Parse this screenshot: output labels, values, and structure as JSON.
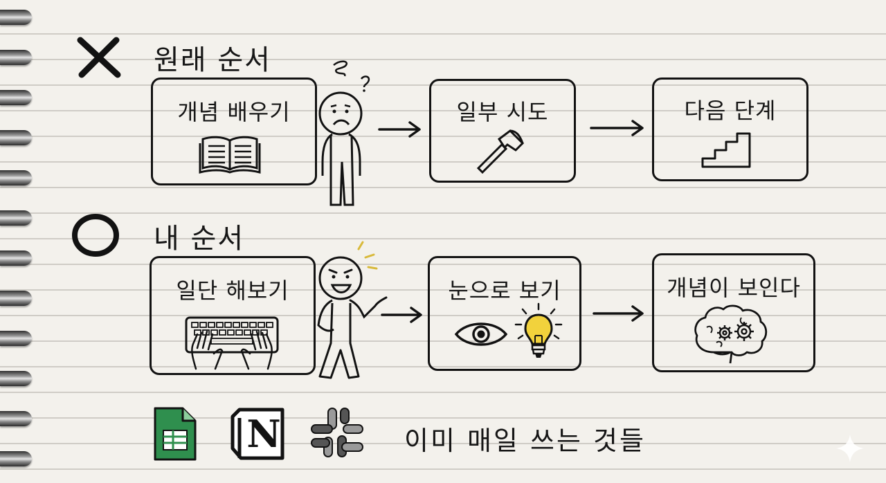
{
  "wrong_section": {
    "marker_icon": "x-mark-icon",
    "heading": "원래 순서",
    "steps": [
      {
        "label": "개념 배우기",
        "icon": "open-book-icon"
      },
      {
        "label": "일부 시도",
        "icon": "hammer-icon"
      },
      {
        "label": "다음 단계",
        "icon": "stairs-icon"
      }
    ],
    "person": "confused-person-icon"
  },
  "right_section": {
    "marker_icon": "circle-mark-icon",
    "heading": "내 순서",
    "steps": [
      {
        "label": "일단 해보기",
        "icon": "keyboard-hands-icon"
      },
      {
        "label": "눈으로 보기",
        "icon": "eye-lightbulb-icon"
      },
      {
        "label": "개념이 보인다",
        "icon": "brain-gears-icon"
      }
    ],
    "person": "happy-person-icon"
  },
  "footer": {
    "apps": [
      "google-sheets-icon",
      "notion-icon",
      "slack-icon"
    ],
    "notion_letter": "N",
    "text": "이미 매일 쓰는 것들"
  },
  "colors": {
    "ink": "#121212",
    "paper": "#f3f1ec",
    "sheets_green": "#2f8f4e",
    "bulb_yellow": "#f2d23c"
  }
}
